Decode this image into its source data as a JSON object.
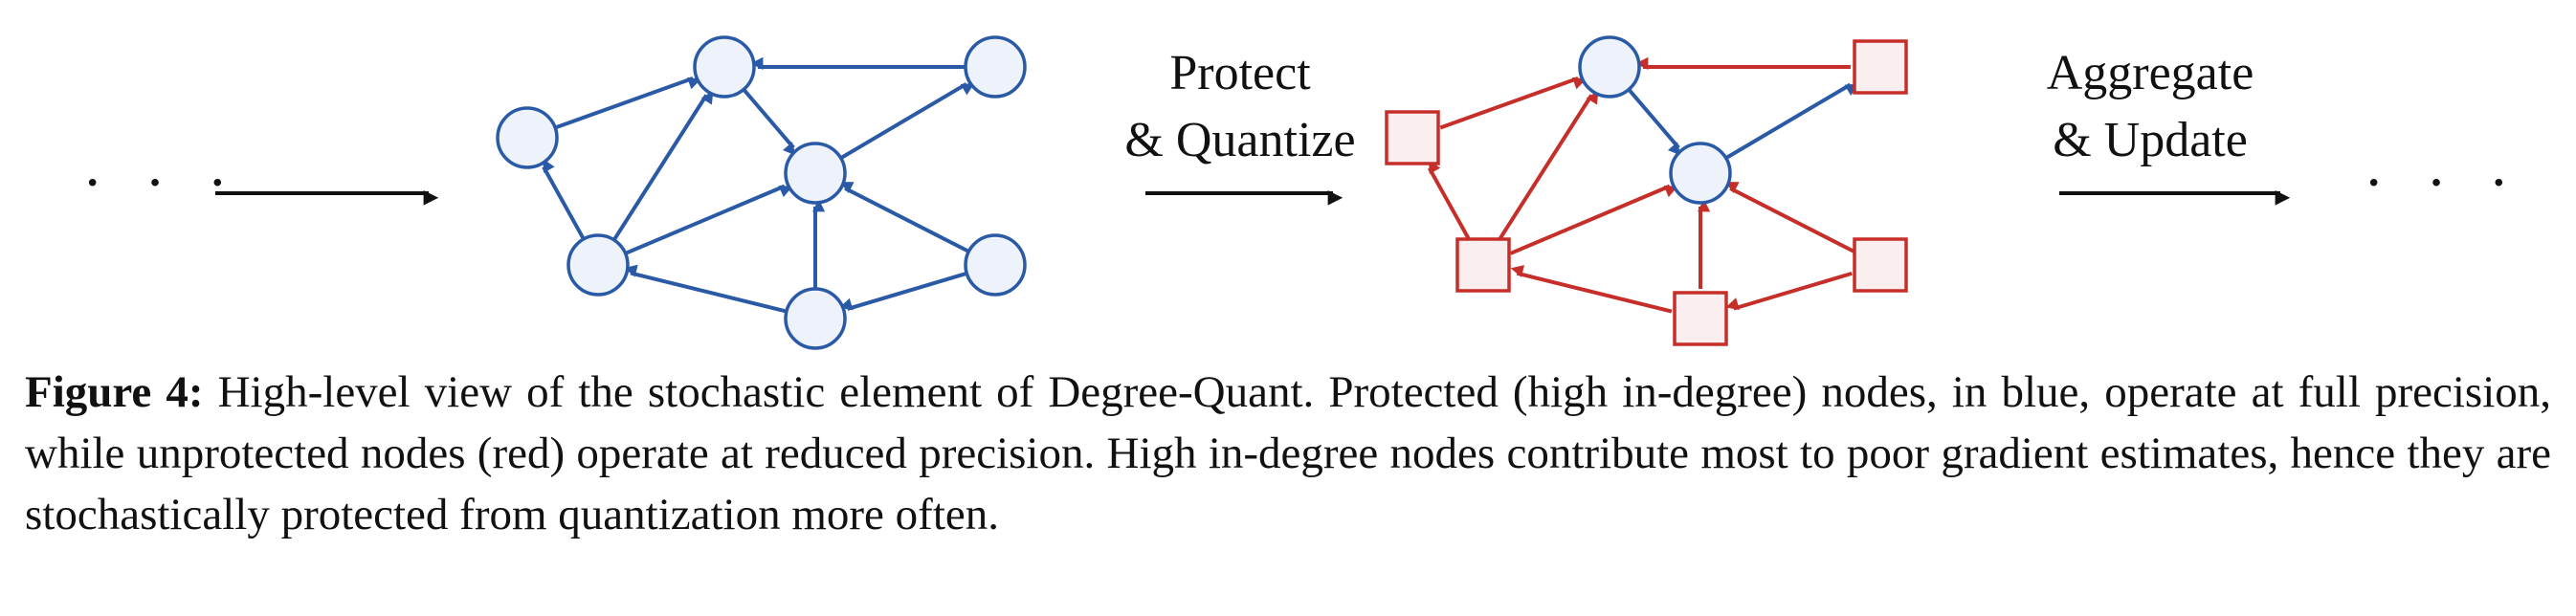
{
  "diagram": {
    "ellipsis_left": "· · ·",
    "ellipsis_right": "· · ·",
    "step1": {
      "line1": "Protect",
      "line2": "& Quantize"
    },
    "step2": {
      "line1": "Aggregate",
      "line2": "& Update"
    },
    "colors": {
      "blue": "#2a5aa6",
      "red": "#c62e2a",
      "node_fill_blue": "#eef3fb",
      "node_fill_red": "#fbeeee",
      "arrow": "#111111"
    }
  },
  "caption": {
    "label": "Figure 4:",
    "text": "High-level view of the stochastic element of Degree-Quant. Protected (high in-degree) nodes, in blue, operate at full precision, while unprotected nodes (red) operate at reduced precision. High in-degree nodes contribute most to poor gradient estimates, hence they are stochastically protected from quantization more often."
  }
}
